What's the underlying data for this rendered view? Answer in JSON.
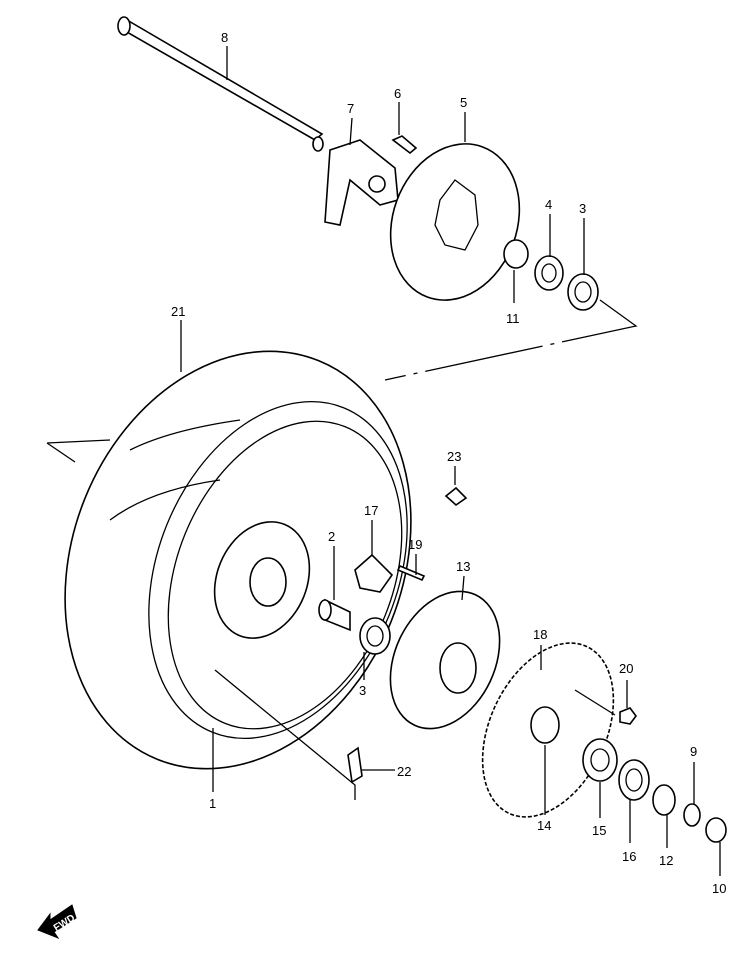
{
  "diagram": {
    "callouts": {
      "p1": "1",
      "p2": "2",
      "p3a": "3",
      "p3b": "3",
      "p4": "4",
      "p5": "5",
      "p6": "6",
      "p7": "7",
      "p8": "8",
      "p9": "9",
      "p10": "10",
      "p11": "11",
      "p12": "12",
      "p13": "13",
      "p14": "14",
      "p15": "15",
      "p16": "16",
      "p17": "17",
      "p18": "18",
      "p19": "19",
      "p20": "20",
      "p21": "21",
      "p22": "22",
      "p23": "23"
    },
    "fwd_label": "FWD"
  }
}
